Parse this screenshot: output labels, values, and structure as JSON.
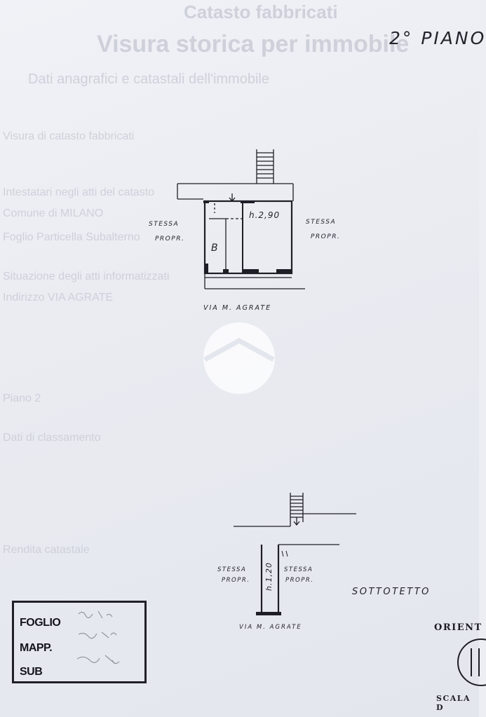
{
  "background_text": {
    "title_line1": "Catasto fabbricati",
    "title_line2": "Visura storica per immobile",
    "lines": [
      "Dati anagrafici e catastali dell'immobile",
      "Visura di catasto fabbricati",
      "Intestatari negli atti del catasto",
      "Comune di MILANO",
      "Foglio Particella Subalterno",
      "Situazione degli atti informatizzati",
      "Indirizzo VIA AGRATE",
      "Piano 2",
      "Dati di classamento",
      "Rendita catastale"
    ]
  },
  "drawing": {
    "floor_title": "2° PIANO",
    "floor_plan": {
      "height_label": "h.2,90",
      "left_label_1": "STESSA",
      "left_label_2": "PROPR.",
      "right_label_1": "STESSA",
      "right_label_2": "PROPR.",
      "room_letter": "B",
      "street": "VIA M. AGRATE"
    },
    "attic": {
      "title": "SOTTOTETTO",
      "height_label": "h.1,20",
      "left_label_1": "STESSA",
      "left_label_2": "PROPR.",
      "right_label_1": "STESSA",
      "right_label_2": "PROPR.",
      "street": "VIA M. AGRATE"
    }
  },
  "stamp": {
    "foglio_label": "FOGLIO",
    "mapp_label": "MAPP.",
    "sub_label": "SUB"
  },
  "footer": {
    "orientation_label": "ORIENT",
    "scale_label": "SCALA D"
  },
  "colors": {
    "paper": "#eceef3",
    "ink": "#1c1c24",
    "bleed_through": "#c9ccd6"
  }
}
